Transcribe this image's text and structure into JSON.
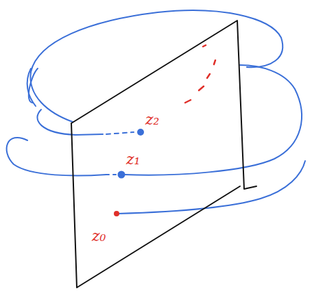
{
  "diagram": {
    "labels": [
      "z₂",
      "z₁",
      "z₀"
    ]
  }
}
